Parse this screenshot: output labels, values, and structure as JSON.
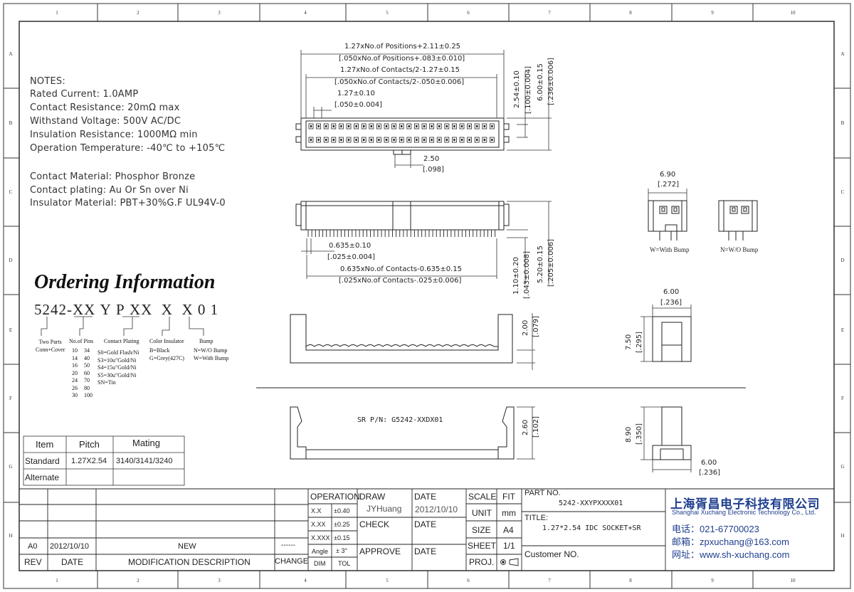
{
  "border": {
    "columns": [
      "1",
      "2",
      "3",
      "4",
      "5",
      "6",
      "7",
      "8",
      "9",
      "10"
    ],
    "rows": [
      "A",
      "B",
      "C",
      "D",
      "E",
      "F",
      "G",
      "H"
    ]
  },
  "notes": {
    "title": "NOTES:",
    "lines": [
      "Rated Current: 1.0AMP",
      "Contact Resistance: 20mΩ max",
      "Withstand Voltage: 500V AC/DC",
      "Insulation Resistance: 1000MΩ min",
      "Operation Temperature: -40℃ to +105℃"
    ],
    "material_lines": [
      "Contact Material: Phosphor Bronze",
      "Contact plating: Au Or Sn over Ni",
      "Insulator Material: PBT+30%G.F UL94V-0"
    ]
  },
  "ordering": {
    "title": "Ordering Information",
    "code": [
      "5242-",
      "XX",
      "Y",
      "P",
      "XX",
      "X",
      "X",
      "0",
      "1"
    ],
    "two_parts": [
      "Two Parts",
      "Conn+Cover"
    ],
    "no_of_pins_label": "No.of Pins",
    "pins": [
      [
        "10",
        "34"
      ],
      [
        "14",
        "40"
      ],
      [
        "16",
        "50"
      ],
      [
        "20",
        "60"
      ],
      [
        "24",
        "70"
      ],
      [
        "26",
        "80"
      ],
      [
        "30",
        "100"
      ]
    ],
    "contact_plating_label": "Contact Plating",
    "plating_options": [
      "S0=Gold Flash/Ni",
      "S3=10u\"Gold/Ni",
      "S4=15u\"Gold/Ni",
      "S5=30u\"Gold/Ni",
      "SN=Tin"
    ],
    "color_label": "Color Insulator",
    "color_options": [
      "B=Black",
      "G=Grey(427C)"
    ],
    "bump_label": "Bump",
    "bump_options": [
      "N=W/O Bump",
      "W=With Bump"
    ]
  },
  "pitch_table": {
    "headers": [
      "Item",
      "Pitch",
      "Mating"
    ],
    "rows": [
      [
        "Standard",
        "1.27X2.54",
        "3140/3141/3240"
      ],
      [
        "Alternate",
        "",
        ""
      ]
    ]
  },
  "dimensions": {
    "d1a": "1.27xNo.of Positions+2.11±0.25",
    "d1b": "[.050xNo.of Positions+.083±0.010]",
    "d2a": "1.27xNo.of Contacts/2-1.27±0.15",
    "d2b": "[.050xNo.of Contacts/2-.050±0.006]",
    "d3a": "1.27±0.10",
    "d3b": "[.050±0.004]",
    "v1a": "2.54±0.10",
    "v1b": "[.100±0.004]",
    "v2a": "6.00±0.15",
    "v2b": "[.236±0.006]",
    "d4a": "2.50",
    "d4b": "[.098]",
    "d5a": "0.635±0.10",
    "d5b": "[.025±0.004]",
    "d6a": "0.635xNo.of Contacts-0.635±0.15",
    "d6b": "[.025xNo.of Contacts-.025±0.006]",
    "v3a": "1.10±0.20",
    "v3b": "[.043±0.008]",
    "v4a": "5.20±0.15",
    "v4b": "[.205±0.006]",
    "v5a": "2.00",
    "v5b": "[.079]",
    "w1a": "6.90",
    "w1b": "[.272]",
    "with_bump": "W=With Bump",
    "without_bump": "N=W/O Bump",
    "w2a": "6.00",
    "w2b": "[.236]",
    "v6a": "7.50",
    "v6b": "[.295]",
    "sr_pn": "SR P/N:  G5242-XXDX01",
    "v7a": "2.60",
    "v7b": "[.102]",
    "v8a": "8.90",
    "v8b": "[.350]",
    "w3a": "6.00",
    "w3b": "[.236]"
  },
  "title_block": {
    "rev_row": [
      "A0",
      "2012/10/10",
      "NEW",
      "------"
    ],
    "footer": [
      "REV",
      "DATE",
      "MODIFICATION  DESCRIPTION",
      "CHANGE"
    ],
    "operation": "OPERATION",
    "tolerances": [
      [
        "X.X",
        "±0.40"
      ],
      [
        "X.XX",
        "±0.25"
      ],
      [
        "X.XXX",
        "±0.15"
      ],
      [
        "Angle",
        "± 3°"
      ],
      [
        "DIM",
        "TOL"
      ]
    ],
    "draw": "DRAW",
    "drawer": "JYHuang",
    "date_label": "DATE",
    "draw_date": "2012/10/10",
    "check": "CHECK",
    "approve": "APPROVE",
    "scale": "SCALE",
    "fit": "FIT",
    "unit": "UNIT",
    "unit_value": "mm",
    "size": "SIZE",
    "size_value": "A4",
    "sheet": "SHEET",
    "sheet_value": "1/1",
    "proj": "PROJ.",
    "part_no_label": "PART NO.",
    "part_no": "5242-XXYPXXXX01",
    "title_label": "TITLE:",
    "title": "1.27*2.54 IDC SOCKET+SR",
    "customer_no": "Customer NO."
  },
  "company": {
    "name_cn": "上海胥昌电子科技有限公司",
    "name_en": "Shanghai Xuchang Electronic Technology Co., Ltd.",
    "phone": "电话：021-67700023",
    "email": "邮箱：zpxuchang@163.com",
    "web": "网址：www.sh-xuchang.com",
    "brand_color": "#1f3f8f"
  }
}
